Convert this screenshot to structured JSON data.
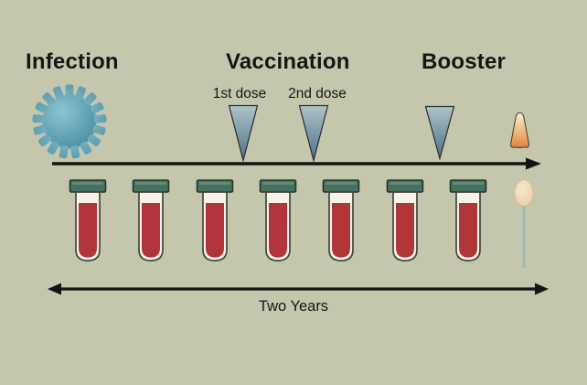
{
  "canvas": {
    "background": "#c5c7ac",
    "text_color": "#161616"
  },
  "headings": {
    "infection": "Infection",
    "vaccination": "Vaccination",
    "booster": "Booster"
  },
  "dose_labels": {
    "first": "1st dose",
    "second": "2nd dose"
  },
  "duration_label": "Two Years",
  "samples": {
    "blood_tube_count": 7,
    "nasal_swab_count": 1
  },
  "icons": {
    "virus": "virus-icon",
    "dose_marker": "triangle-down-marker-icon",
    "nose": "nose-icon",
    "blood_tube": "blood-tube-icon",
    "nasal_swab": "nasal-swab-icon",
    "timeline": "timeline-arrow-icon",
    "duration": "two-years-double-arrow-icon"
  },
  "colors": {
    "virus_light": "#8dc5d1",
    "virus_dark": "#4389a0",
    "triangle_top": "#adc3ca",
    "triangle_bottom": "#4e7188",
    "tube_cap": "#47715f",
    "tube_glass": "#f5f3ea",
    "blood": "#b23639",
    "nose_top": "#f8e7cb",
    "nose_bottom": "#e0813f",
    "swab_tip": "#efdbba",
    "swab_stick": "#9fb9bb",
    "arrow": "#141414"
  }
}
